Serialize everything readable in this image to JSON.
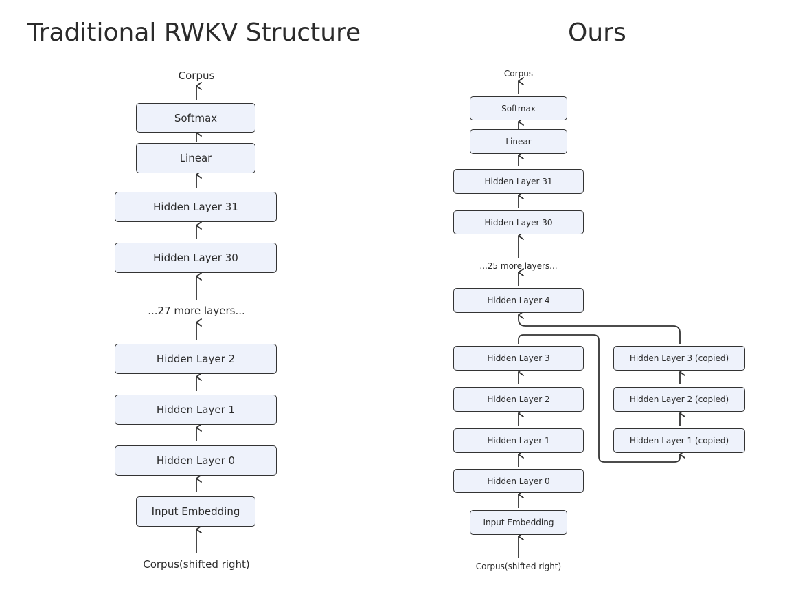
{
  "titles": {
    "left": "Traditional RWKV Structure",
    "right": "Ours"
  },
  "left": {
    "output": "Corpus",
    "softmax": "Softmax",
    "linear": "Linear",
    "hl31": "Hidden Layer 31",
    "hl30": "Hidden Layer 30",
    "more": "...27 more layers...",
    "hl2": "Hidden Layer 2",
    "hl1": "Hidden Layer 1",
    "hl0": "Hidden Layer 0",
    "embed": "Input Embedding",
    "input": "Corpus(shifted right)"
  },
  "right": {
    "output": "Corpus",
    "softmax": "Softmax",
    "linear": "Linear",
    "hl31": "Hidden Layer 31",
    "hl30": "Hidden Layer 30",
    "more": "...25 more layers...",
    "hl4": "Hidden Layer 4",
    "hl3": "Hidden Layer 3",
    "hl2": "Hidden Layer 2",
    "hl1": "Hidden Layer 1",
    "hl0": "Hidden Layer 0",
    "embed": "Input Embedding",
    "input": "Corpus(shifted right)",
    "hl3c": "Hidden Layer 3 (copied)",
    "hl2c": "Hidden Layer 2 (copied)",
    "hl1c": "Hidden Layer 1 (copied)"
  },
  "colors": {
    "box_fill": "#eef2fb",
    "stroke": "#333333",
    "text": "#2b2b2b"
  }
}
